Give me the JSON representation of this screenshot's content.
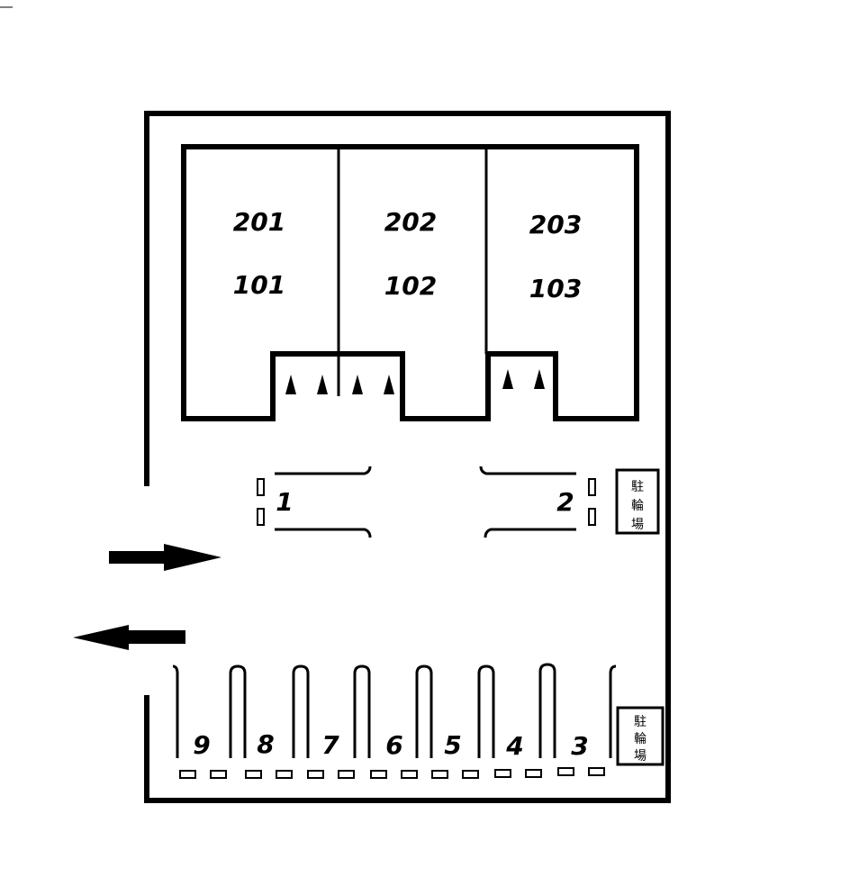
{
  "colors": {
    "ink": "#000000",
    "paper": "#ffffff"
  },
  "building": {
    "units": [
      {
        "upper": "201",
        "lower": "101"
      },
      {
        "upper": "202",
        "lower": "102"
      },
      {
        "upper": "203",
        "lower": "103"
      }
    ]
  },
  "parking": {
    "upper_spaces": [
      "1",
      "2"
    ],
    "lower_spaces": [
      "9",
      "8",
      "7",
      "6",
      "5",
      "4",
      "3"
    ]
  },
  "bicycle_parking": {
    "label_chars": [
      "駐",
      "輪",
      "場"
    ]
  },
  "arrows": {
    "entry": "arrow-right-icon",
    "exit": "arrow-left-icon"
  }
}
